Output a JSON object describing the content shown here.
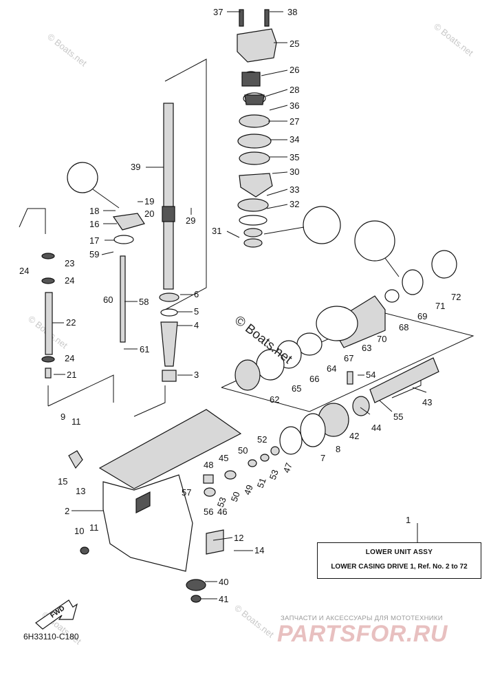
{
  "part_labels": [
    "37",
    "38",
    "25",
    "26",
    "28",
    "36",
    "27",
    "34",
    "35",
    "30",
    "33",
    "32",
    "29",
    "39",
    "31",
    "19",
    "18",
    "20",
    "16",
    "17",
    "59",
    "24",
    "23",
    "60",
    "58",
    "6",
    "5",
    "4",
    "61",
    "22",
    "3",
    "21",
    "9",
    "11",
    "15",
    "13",
    "45",
    "48",
    "50",
    "52",
    "10",
    "2",
    "12",
    "14",
    "40",
    "41",
    "57",
    "56",
    "46",
    "53",
    "49",
    "51",
    "47",
    "7",
    "8",
    "42",
    "44",
    "55",
    "43",
    "54",
    "62",
    "65",
    "66",
    "64",
    "67",
    "63",
    "70",
    "68",
    "69",
    "71",
    "72",
    "1"
  ],
  "assembly_box": {
    "title": "LOWER UNIT ASSY",
    "subtitle": "LOWER CASING DRIVE 1,  Ref. No. 2 to 72"
  },
  "fwd_marker": "FWD",
  "diagram_code": "6H33110-C180",
  "watermarks": {
    "center": "© Boats.net",
    "tiled": "© Boats.net"
  },
  "dealer": {
    "caption": "ЗАПЧАСТИ И АКСЕССУАРЫ ДЛЯ МОТОТЕХНИКИ",
    "logo": "PARTSFOR.RU"
  }
}
